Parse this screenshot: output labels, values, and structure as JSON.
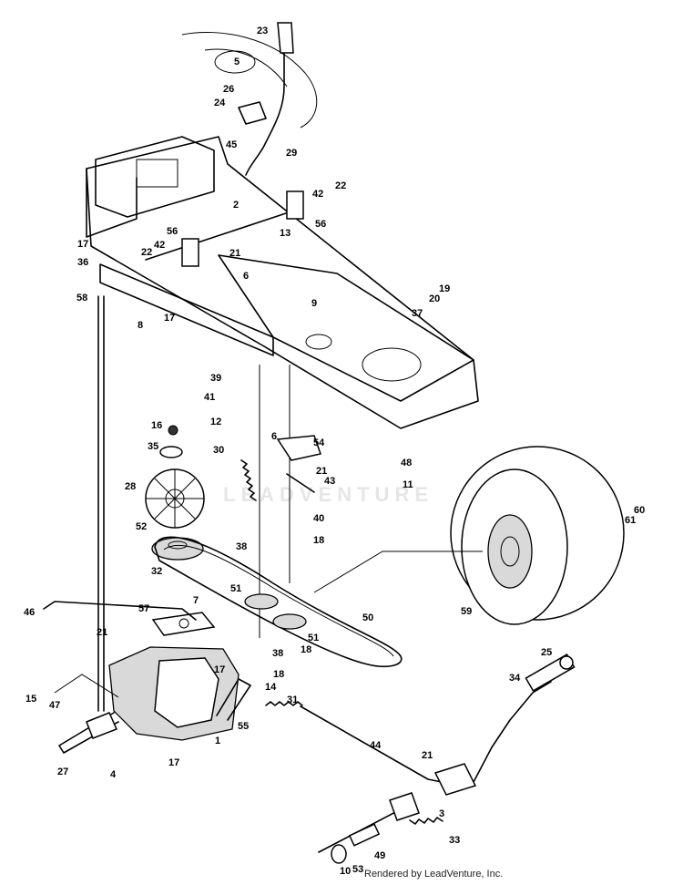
{
  "watermark": "LEADVENTURE",
  "credit": "Rendered by LeadVenture, Inc.",
  "callouts": [
    {
      "id": "c23",
      "text": "23"
    },
    {
      "id": "c5",
      "text": "5"
    },
    {
      "id": "c26",
      "text": "26"
    },
    {
      "id": "c24",
      "text": "24"
    },
    {
      "id": "c45",
      "text": "45"
    },
    {
      "id": "c29",
      "text": "29"
    },
    {
      "id": "c22a",
      "text": "22"
    },
    {
      "id": "c42a",
      "text": "42"
    },
    {
      "id": "c2",
      "text": "2"
    },
    {
      "id": "c56a",
      "text": "56"
    },
    {
      "id": "c13",
      "text": "13"
    },
    {
      "id": "c17a",
      "text": "17"
    },
    {
      "id": "c56b",
      "text": "56"
    },
    {
      "id": "c42b",
      "text": "42"
    },
    {
      "id": "c21a",
      "text": "21"
    },
    {
      "id": "c22b",
      "text": "22"
    },
    {
      "id": "c36",
      "text": "36"
    },
    {
      "id": "c6a",
      "text": "6"
    },
    {
      "id": "c19",
      "text": "19"
    },
    {
      "id": "c58",
      "text": "58"
    },
    {
      "id": "c20",
      "text": "20"
    },
    {
      "id": "c9",
      "text": "9"
    },
    {
      "id": "c17b",
      "text": "17"
    },
    {
      "id": "c8",
      "text": "8"
    },
    {
      "id": "c37",
      "text": "37"
    },
    {
      "id": "c39",
      "text": "39"
    },
    {
      "id": "c41",
      "text": "41"
    },
    {
      "id": "c12",
      "text": "12"
    },
    {
      "id": "c16",
      "text": "16"
    },
    {
      "id": "c6b",
      "text": "6"
    },
    {
      "id": "c54",
      "text": "54"
    },
    {
      "id": "c35",
      "text": "35"
    },
    {
      "id": "c48",
      "text": "48"
    },
    {
      "id": "c30",
      "text": "30"
    },
    {
      "id": "c21b",
      "text": "21"
    },
    {
      "id": "c11",
      "text": "11"
    },
    {
      "id": "c43",
      "text": "43"
    },
    {
      "id": "c28",
      "text": "28"
    },
    {
      "id": "c40",
      "text": "40"
    },
    {
      "id": "c60",
      "text": "60"
    },
    {
      "id": "c61",
      "text": "61"
    },
    {
      "id": "c52",
      "text": "52"
    },
    {
      "id": "c18a",
      "text": "18"
    },
    {
      "id": "c38a",
      "text": "38"
    },
    {
      "id": "c32",
      "text": "32"
    },
    {
      "id": "c51a",
      "text": "51"
    },
    {
      "id": "c46",
      "text": "46"
    },
    {
      "id": "c7",
      "text": "7"
    },
    {
      "id": "c57",
      "text": "57"
    },
    {
      "id": "c50",
      "text": "50"
    },
    {
      "id": "c59",
      "text": "59"
    },
    {
      "id": "c51b",
      "text": "51"
    },
    {
      "id": "c18b",
      "text": "18"
    },
    {
      "id": "c21c",
      "text": "21"
    },
    {
      "id": "c38b",
      "text": "38"
    },
    {
      "id": "c25",
      "text": "25"
    },
    {
      "id": "c17c",
      "text": "17"
    },
    {
      "id": "c18c",
      "text": "18"
    },
    {
      "id": "c34",
      "text": "34"
    },
    {
      "id": "c14",
      "text": "14"
    },
    {
      "id": "c15",
      "text": "15"
    },
    {
      "id": "c31",
      "text": "31"
    },
    {
      "id": "c47",
      "text": "47"
    },
    {
      "id": "c55",
      "text": "55"
    },
    {
      "id": "c1",
      "text": "1"
    },
    {
      "id": "c44",
      "text": "44"
    },
    {
      "id": "c27",
      "text": "27"
    },
    {
      "id": "c4",
      "text": "4"
    },
    {
      "id": "c17d",
      "text": "17"
    },
    {
      "id": "c21d",
      "text": "21"
    },
    {
      "id": "c3",
      "text": "3"
    },
    {
      "id": "c33",
      "text": "33"
    },
    {
      "id": "c49",
      "text": "49"
    },
    {
      "id": "c53",
      "text": "53"
    },
    {
      "id": "c10",
      "text": "10"
    }
  ]
}
